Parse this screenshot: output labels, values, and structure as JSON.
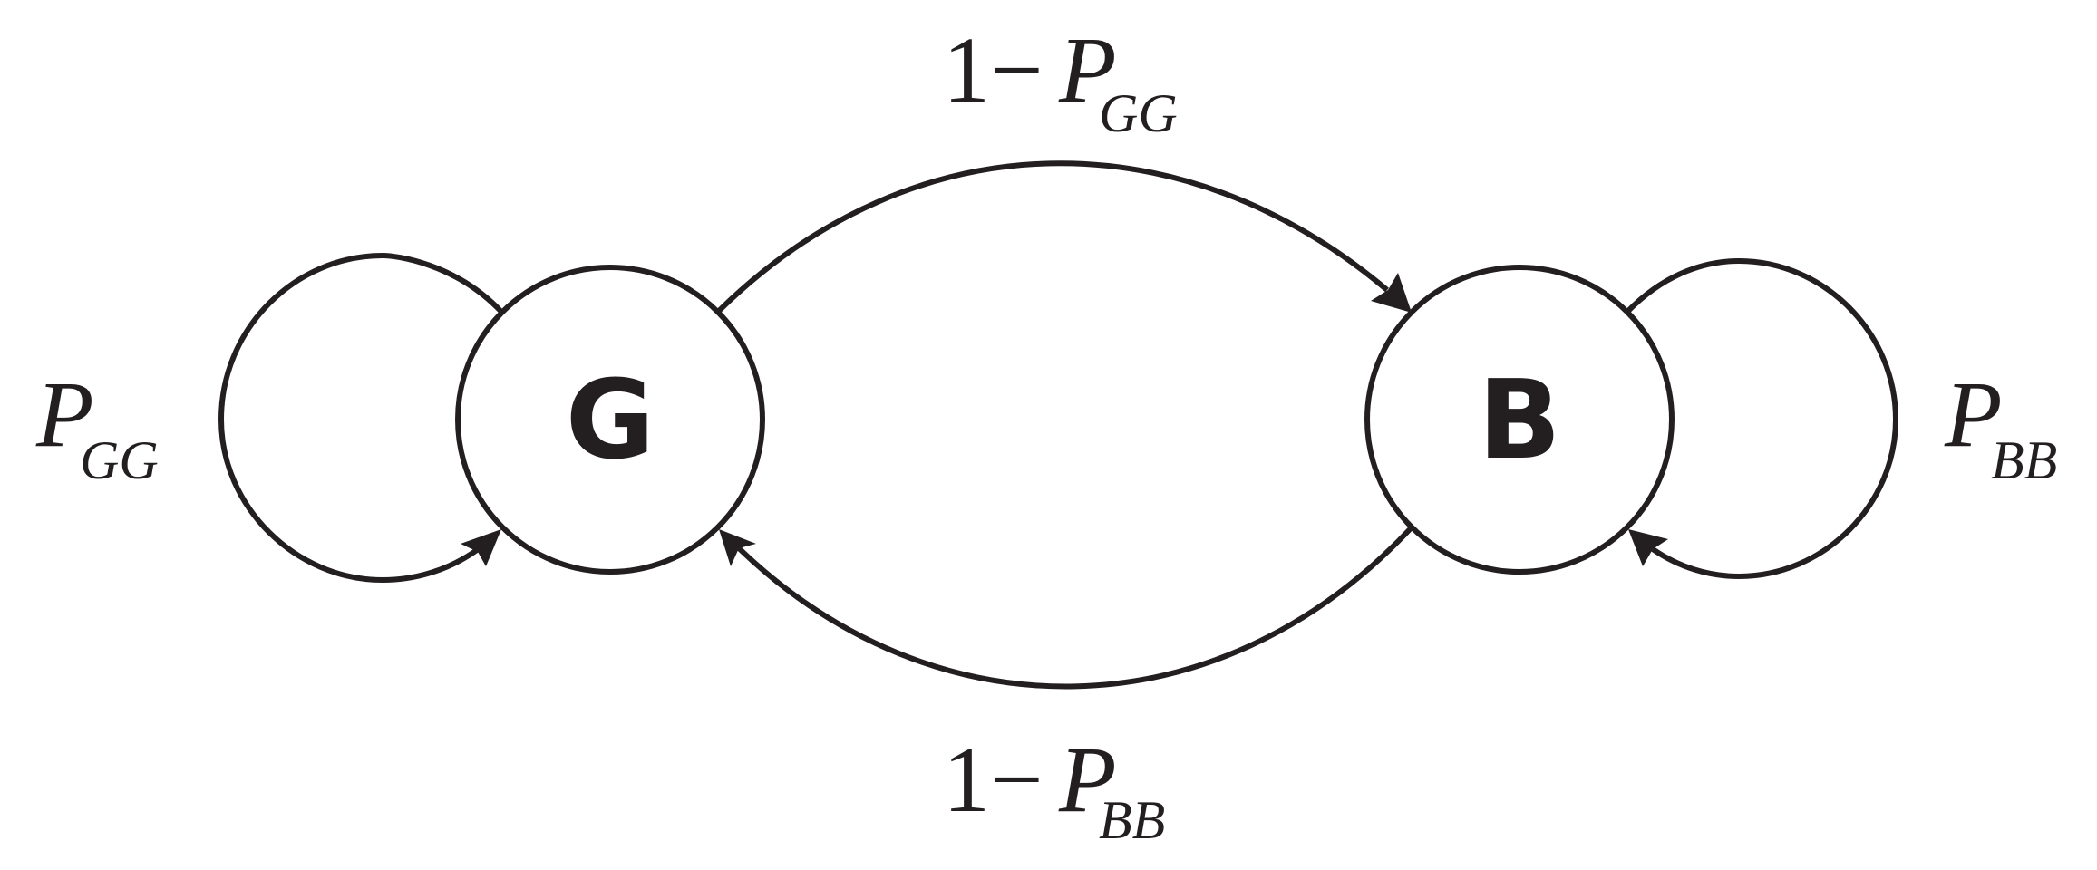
{
  "states": [
    {
      "id": "G",
      "label": "G"
    },
    {
      "id": "B",
      "label": "B"
    }
  ],
  "transitions": [
    {
      "from": "G",
      "to": "G",
      "label": {
        "prefix": "",
        "symbol": "P",
        "subscript": "GG"
      }
    },
    {
      "from": "G",
      "to": "B",
      "label": {
        "prefix": "1−",
        "symbol": "P",
        "subscript": "GG"
      }
    },
    {
      "from": "B",
      "to": "G",
      "label": {
        "prefix": "1−",
        "symbol": "P",
        "subscript": "BB"
      }
    },
    {
      "from": "B",
      "to": "B",
      "label": {
        "prefix": "",
        "symbol": "P",
        "subscript": "BB"
      }
    }
  ],
  "colors": {
    "stroke": "#231f20",
    "background": "#ffffff"
  }
}
